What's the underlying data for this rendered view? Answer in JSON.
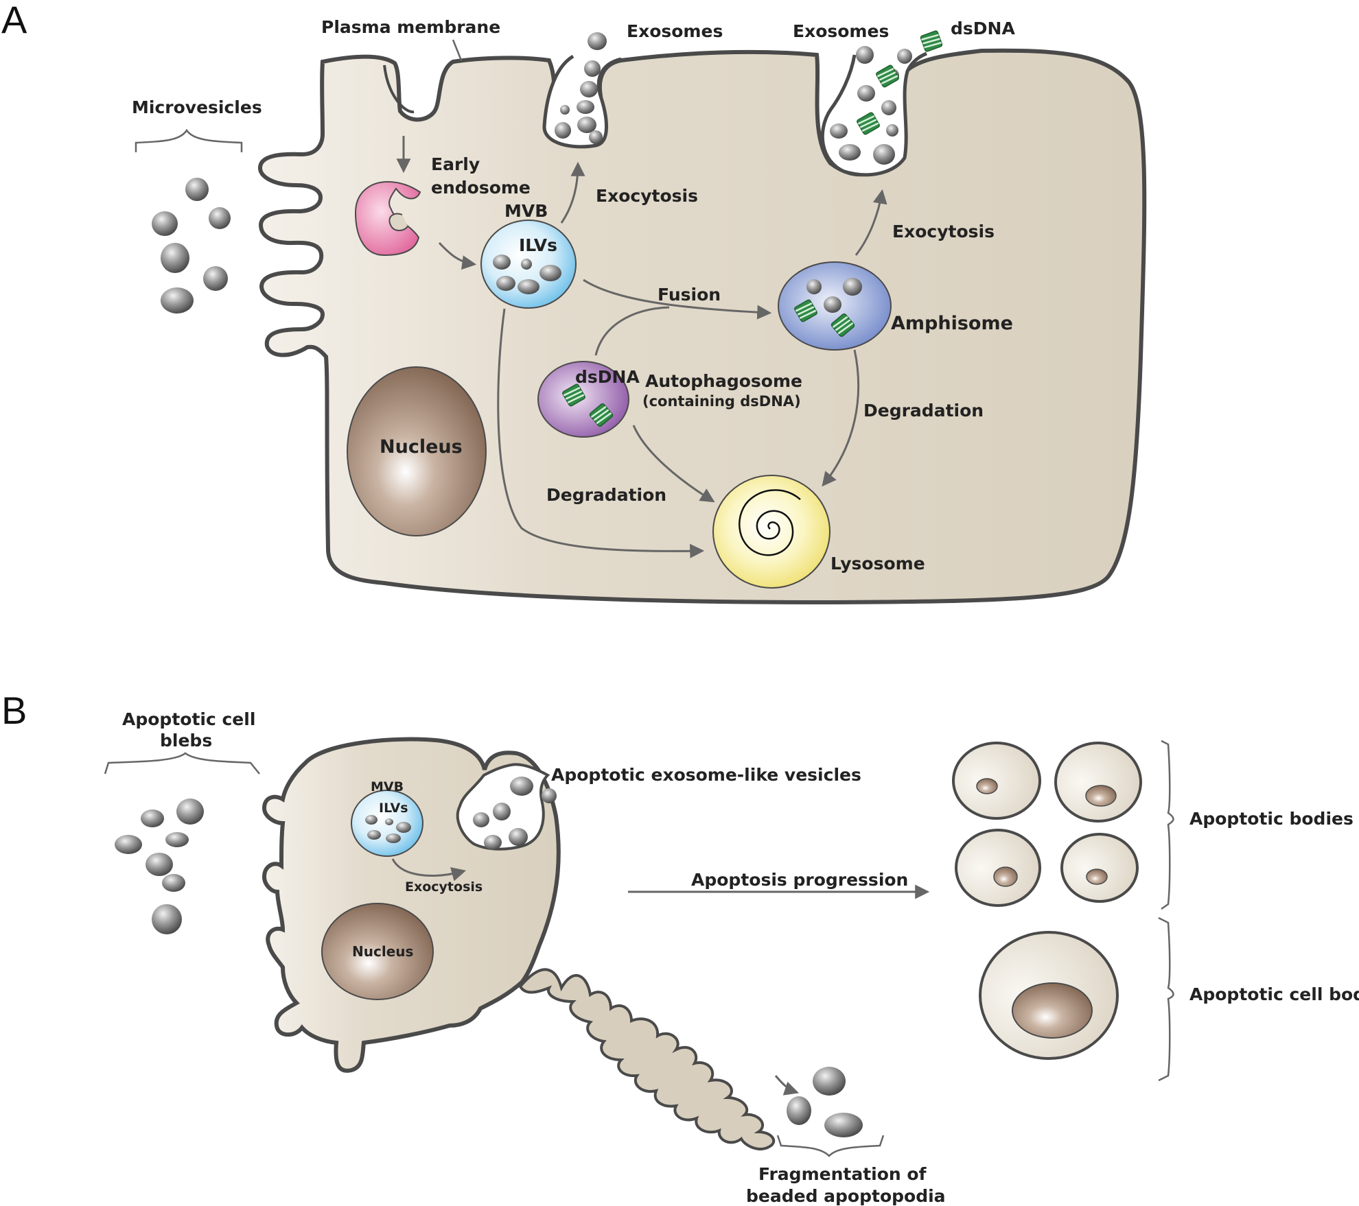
{
  "panelA": {
    "letter": "A",
    "labels": {
      "plasma_membrane": "Plasma membrane",
      "exosomes_left": "Exosomes",
      "exosomes_right": "Exosomes",
      "dsdna_top": "dsDNA",
      "microvesicles": "Microvesicles",
      "early_endosome_1": "Early",
      "early_endosome_2": "endosome",
      "mvb": "MVB",
      "ilvs": "ILVs",
      "exocytosis_left": "Exocytosis",
      "exocytosis_right": "Exocytosis",
      "fusion": "Fusion",
      "amphisome": "Amphisome",
      "dsdna_auto": "dsDNA",
      "autophagosome": "Autophagosome",
      "autophagosome_sub": "(containing dsDNA)",
      "degradation_right": "Degradation",
      "degradation_left": "Degradation",
      "nucleus": "Nucleus",
      "lysosome": "Lysosome"
    }
  },
  "panelB": {
    "letter": "B",
    "labels": {
      "blebs_1": "Apoptotic cell",
      "blebs_2": "blebs",
      "mvb": "MVB",
      "ilvs": "ILVs",
      "exocytosis": "Exocytosis",
      "nucleus": "Nucleus",
      "exosome_like": "Apoptotic exosome-like vesicles",
      "progression": "Apoptosis progression",
      "bodies": "Apoptotic bodies",
      "cell_body": "Apoptotic cell body",
      "frag_1": "Fragmentation of",
      "frag_2": "beaded apoptopodia"
    }
  },
  "colors": {
    "cytoplasm": "#ddd5c6",
    "membrane": "#4a4a4a",
    "nucleus": "#8e7360",
    "early_endosome": "#e5739f",
    "mvb": "#6fc3ec",
    "autophagosome": "#8f57a8",
    "amphisome": "#6f86cc",
    "lysosome": "#f0e070",
    "dsdna": "#2f8a45"
  }
}
